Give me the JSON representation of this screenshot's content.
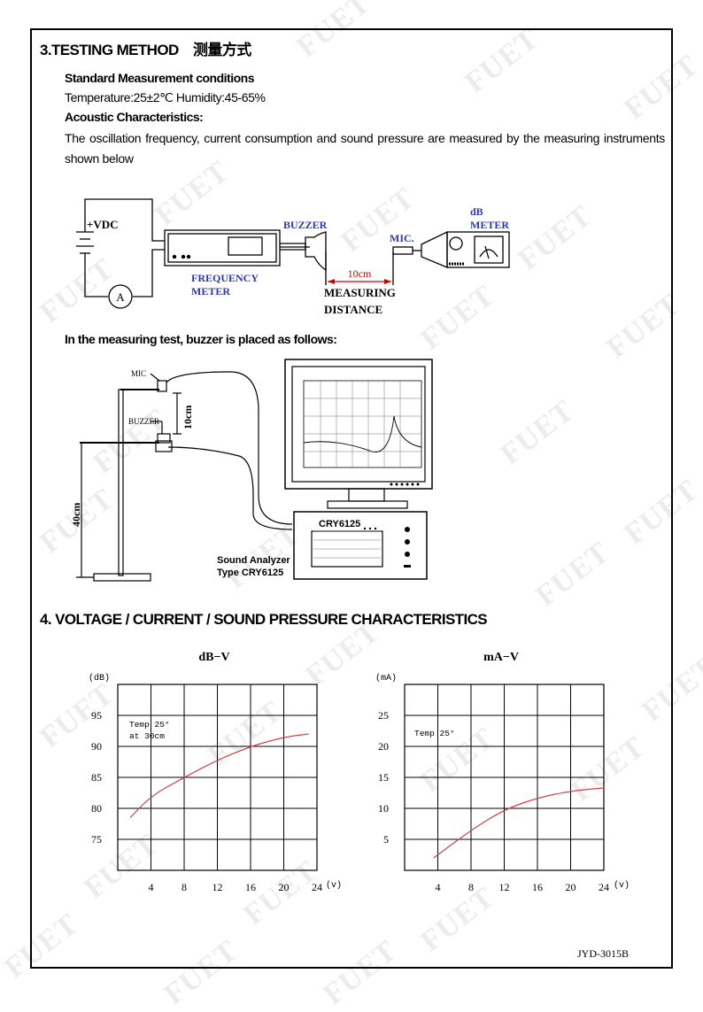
{
  "section3": {
    "title": "3.TESTING METHOD　测量方式",
    "conditions_heading": "Standard Measurement conditions",
    "conditions_text": "Temperature:25±2℃   Humidity:45-65%",
    "acoustic_heading": "Acoustic Characteristics:",
    "acoustic_text": "The oscillation frequency, current consumption and sound pressure are measured by the measuring instruments shown below",
    "placement_heading": "In the measuring test, buzzer is placed as follows:"
  },
  "circuit_diagram": {
    "vdc_label": "+VDC",
    "ammeter_label": "A",
    "frequency_meter_line1": "FREQUENCY",
    "frequency_meter_line2": "METER",
    "buzzer_label": "BUZZER",
    "distance_value": "10cm",
    "measuring_line1": "MEASURING",
    "measuring_line2": "DISTANCE",
    "mic_label": "MIC.",
    "db_meter_line1": "dB",
    "db_meter_line2": "METER"
  },
  "setup_diagram": {
    "mic_label": "MIC",
    "buzzer_label": "BUZZER",
    "gap_label": "10cm",
    "height_label": "40cm",
    "analyzer_model": "CRY6125",
    "caption_line1": "Sound Analyzer",
    "caption_line2": "Type CRY6125"
  },
  "section4": {
    "title": "4. VOLTAGE / CURRENT / SOUND PRESSURE CHARACTERISTICS"
  },
  "chart_data": [
    {
      "type": "line",
      "title": "dB−V",
      "ylabel": "(dB)",
      "xlabel": "(v)",
      "xlim": [
        0,
        24
      ],
      "ylim": [
        70,
        100
      ],
      "xticks": [
        4,
        8,
        12,
        16,
        20,
        24
      ],
      "yticks": [
        75,
        80,
        85,
        90,
        95
      ],
      "grid": true,
      "annotation_line1": "Temp 25°",
      "annotation_line2": "at 30cm",
      "series": [
        {
          "x": [
            1.5,
            4,
            8,
            12,
            16,
            20,
            23
          ],
          "y": [
            78.5,
            82,
            85,
            87.8,
            90,
            91.5,
            92
          ]
        }
      ],
      "line_color": "#d0404a"
    },
    {
      "type": "line",
      "title": "mA−V",
      "ylabel": "(mA)",
      "xlabel": "(v)",
      "xlim": [
        0,
        24
      ],
      "ylim": [
        0,
        30
      ],
      "xticks": [
        4,
        8,
        12,
        16,
        20,
        24
      ],
      "yticks": [
        5,
        10,
        15,
        20,
        25
      ],
      "grid": true,
      "annotation_line1": "Temp 25°",
      "annotation_line2": "",
      "series": [
        {
          "x": [
            3.5,
            8,
            12,
            16,
            20,
            24
          ],
          "y": [
            2,
            6.5,
            9.8,
            11.7,
            12.8,
            13.3
          ]
        }
      ],
      "line_color": "#d0404a"
    }
  ],
  "footer": {
    "doc_code": "JYD-3015B"
  },
  "watermark": "FUET"
}
